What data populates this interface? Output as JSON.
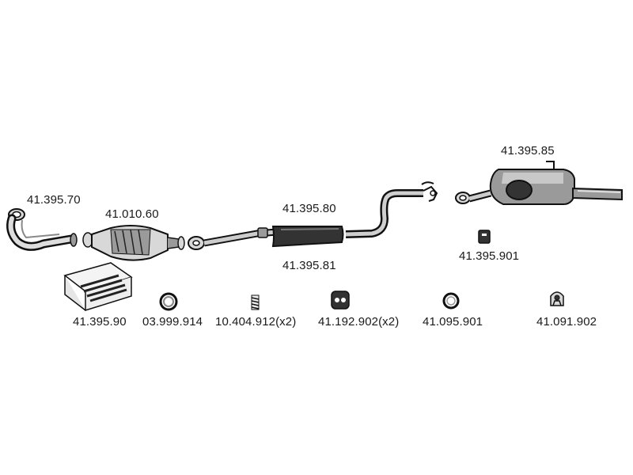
{
  "parts": {
    "front_pipe": "41.395.70",
    "catalytic_converter": "41.010.60",
    "intermediate_pipe": "41.395.80",
    "intermediate_pipe_alt": "41.395.81",
    "rear_silencer": "41.395.85",
    "rear_hanger": "41.395.901",
    "fitting_kit": "41.395.90",
    "sealing_ring": "03.999.914",
    "spring": "10.404.912(x2)",
    "mount_rubber_pair": "41.192.902(x2)",
    "ring_clamp": "41.095.901",
    "mount_rubber": "41.091.902"
  },
  "colors": {
    "ink": "#111111",
    "metal_dark": "#333333",
    "metal_mid": "#9a9a9a",
    "metal_light": "#d8d8d8"
  }
}
